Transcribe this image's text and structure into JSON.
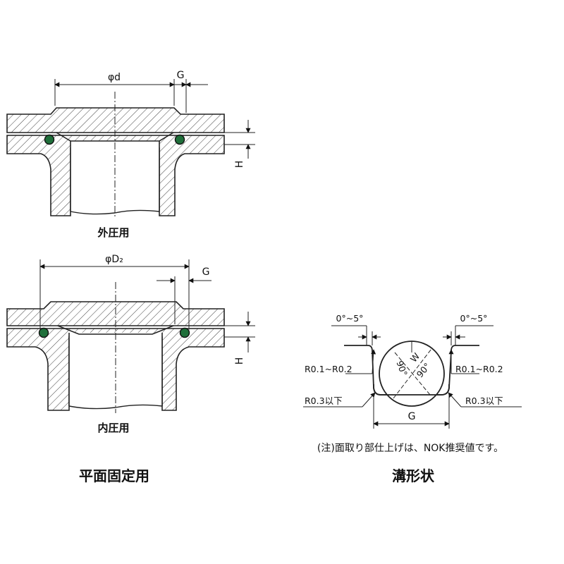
{
  "labels": {
    "phi_d": "φd",
    "phi_d2": "φD₂",
    "g_top": "G",
    "g_mid": "G",
    "g_groove": "G",
    "h_top": "H",
    "h_mid": "H",
    "w_groove": "W",
    "angle_left": "0°~5°",
    "angle_right": "0°~5°",
    "angle_90_left": "90°",
    "angle_90_right": "90°",
    "r_top_left": "R0.1~R0.2",
    "r_top_right": "R0.1~R0.2",
    "r_bottom_left": "R0.3以下",
    "r_bottom_right": "R0.3以下"
  },
  "captions": {
    "external": "外圧用",
    "internal": "内圧用",
    "flat_fixed": "平面固定用",
    "groove_shape": "溝形状",
    "note": "(注)面取り部仕上げは、NOK推奨値です。"
  },
  "colors": {
    "line": "#222222",
    "oring": "#1f6f3a",
    "background": "#ffffff"
  }
}
